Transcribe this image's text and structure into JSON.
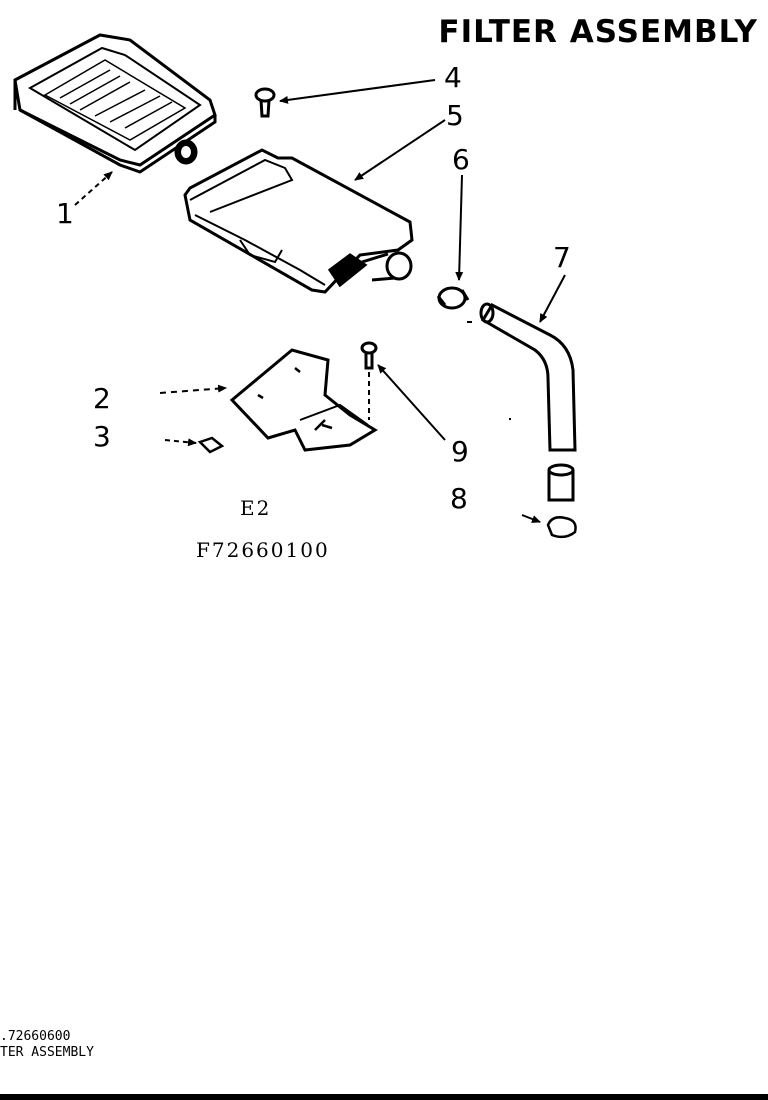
{
  "title": "FILTER ASSEMBLY",
  "callouts": {
    "c1": "1",
    "c2": "2",
    "c3": "3",
    "c4": "4",
    "c5": "5",
    "c6": "6",
    "c7": "7",
    "c8": "8",
    "c9": "9"
  },
  "sheet_code": "E2",
  "model_number": "F72660100",
  "footer": {
    "line1": ".72660600",
    "line2": "TER ASSEMBLY"
  },
  "colors": {
    "ink": "#000000",
    "paper": "#ffffff"
  }
}
